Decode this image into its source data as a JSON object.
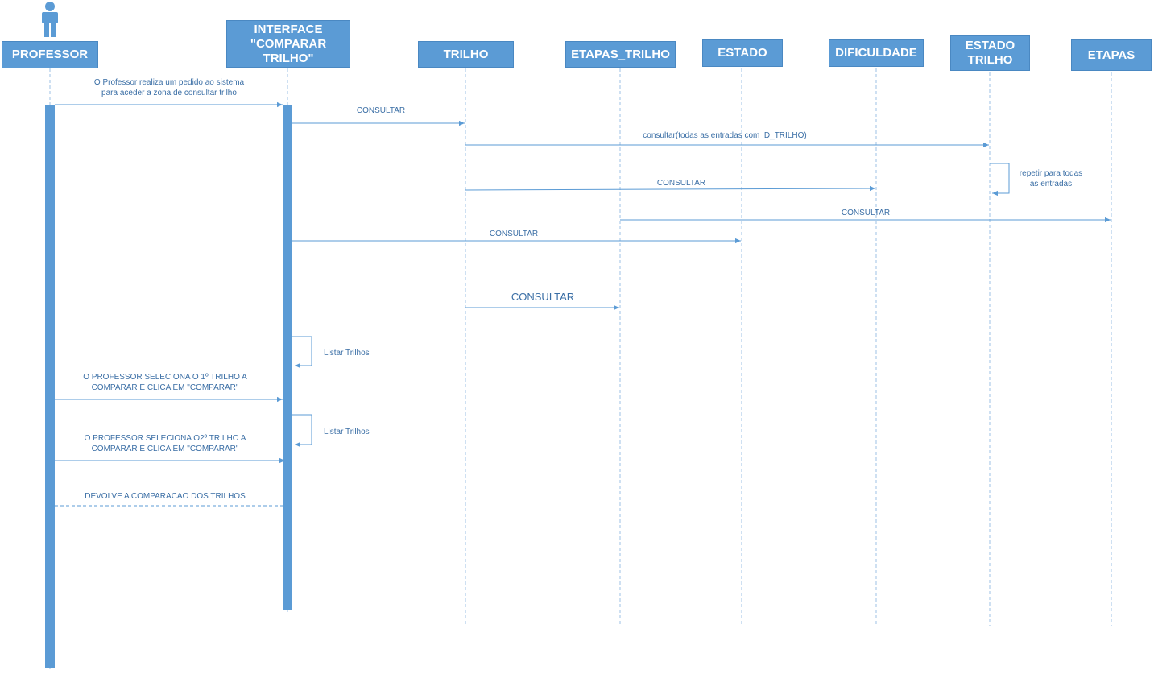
{
  "colors": {
    "accent": "#5b9bd5",
    "line": "#5b9bd5",
    "text": "#3a6ea5",
    "background": "#ffffff"
  },
  "actor": {
    "icon": "person-icon",
    "label": "PROFESSOR"
  },
  "participants": {
    "interface": "INTERFACE\n\"COMPARAR\nTRILHO\"",
    "trilho": "TRILHO",
    "etapas_trilho": "ETAPAS_TRILHO",
    "estado": "ESTADO",
    "dificuldade": "DIFICULDADE",
    "estado_trilho": "ESTADO\nTRILHO",
    "etapas": "ETAPAS"
  },
  "messages": {
    "m1": "O Professor realiza um pedido ao sistema\npara aceder a zona de consultar trilho",
    "m2": "CONSULTAR",
    "m3": "consultar(todas as entradas com ID_TRILHO)",
    "m4": "repetir para todas\nas entradas",
    "m5": "CONSULTAR",
    "m6": "CONSULTAR",
    "m7": "CONSULTAR",
    "m8": "CONSULTAR",
    "m9": "Listar Trilhos",
    "m10": "O PROFESSOR SELECIONA O 1º TRILHO A\nCOMPARAR E CLICA EM \"COMPARAR\"",
    "m11": "Listar Trilhos",
    "m12": "O PROFESSOR SELECIONA O2º TRILHO A\nCOMPARAR E CLICA EM \"COMPARAR\"",
    "m13": "DEVOLVE A COMPARACAO DOS TRILHOS"
  }
}
